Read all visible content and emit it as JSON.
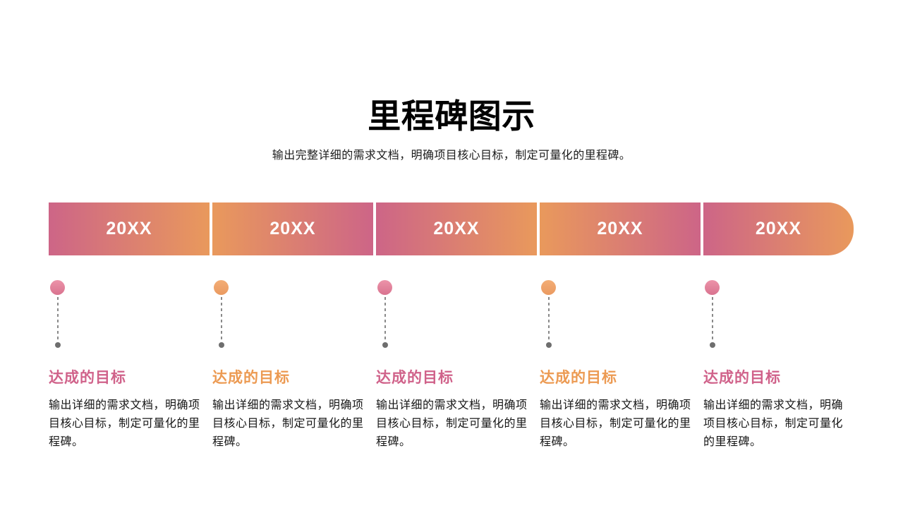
{
  "title": "里程碑图示",
  "subtitle": "输出完整详细的需求文档，明确项目核心目标，制定可量化的里程碑。",
  "colors": {
    "bar_pink": "#cd6587",
    "bar_orange": "#e9995c",
    "heading_pink": "#d0628a",
    "heading_orange": "#ec9a52",
    "dot_pink_light": "#ec93a9",
    "dot_pink_dark": "#d9738f",
    "dot_orange_light": "#f3ad76",
    "dot_orange_dark": "#ea9a60",
    "dash_gray": "#8a8a8a",
    "small_dot_gray": "#6e6e6e",
    "year_text": "#ffffff",
    "title_text": "#000000",
    "body_text": "#161616"
  },
  "milestones": [
    {
      "year": "20XX",
      "theme": "pink",
      "heading": "达成的目标",
      "body": "输出详细的需求文档，明确项目核心目标，制定可量化的里程碑。"
    },
    {
      "year": "20XX",
      "theme": "orange",
      "heading": "达成的目标",
      "body": "输出详细的需求文档，明确项目核心目标，制定可量化的里程碑。"
    },
    {
      "year": "20XX",
      "theme": "pink",
      "heading": "达成的目标",
      "body": "输出详细的需求文档，明确项目核心目标，制定可量化的里程碑。"
    },
    {
      "year": "20XX",
      "theme": "orange",
      "heading": "达成的目标",
      "body": "输出详细的需求文档，明确项目核心目标，制定可量化的里程碑。"
    },
    {
      "year": "20XX",
      "theme": "pink",
      "heading": "达成的目标",
      "body": "输出详细的需求文档，明确项目核心目标，制定可量化的里程碑。"
    }
  ]
}
